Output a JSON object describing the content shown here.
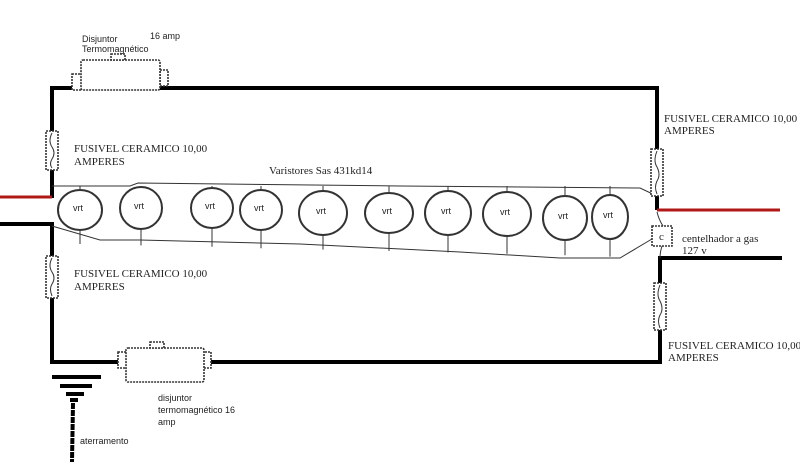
{
  "labels": {
    "breaker_top_line1": "Disjuntor",
    "breaker_top_line2": "Termomagnético",
    "breaker_top_rating": "16 amp",
    "fuse_left_top_line1": "FUSIVEL CERAMICO 10,00",
    "fuse_left_top_line2": "AMPERES",
    "fuse_left_bottom_line1": "FUSIVEL CERAMICO 10,00",
    "fuse_left_bottom_line2": "AMPERES",
    "fuse_right_top_line1": "FUSIVEL CERAMICO 10,00",
    "fuse_right_top_line2": "AMPERES",
    "fuse_right_bottom_line1": "FUSIVEL CERAMICO 10,00",
    "fuse_right_bottom_line2": "AMPERES",
    "varistors_title": "Varistores Sas 431kd14",
    "spark_gap_symbol": "c",
    "spark_gap_line1": "centelhador a gas",
    "spark_gap_line2": "127 v",
    "breaker_bottom_line1": "disjuntor",
    "breaker_bottom_line2": "termomagnético 16",
    "breaker_bottom_line3": "amp",
    "ground": "aterramento"
  },
  "varistors": [
    "vrt",
    "vrt",
    "vrt",
    "vrt",
    "vrt",
    "vrt",
    "vrt",
    "vrt",
    "vrt",
    "vrt"
  ],
  "colors": {
    "wire": "#000000",
    "phase": "#b01818"
  }
}
